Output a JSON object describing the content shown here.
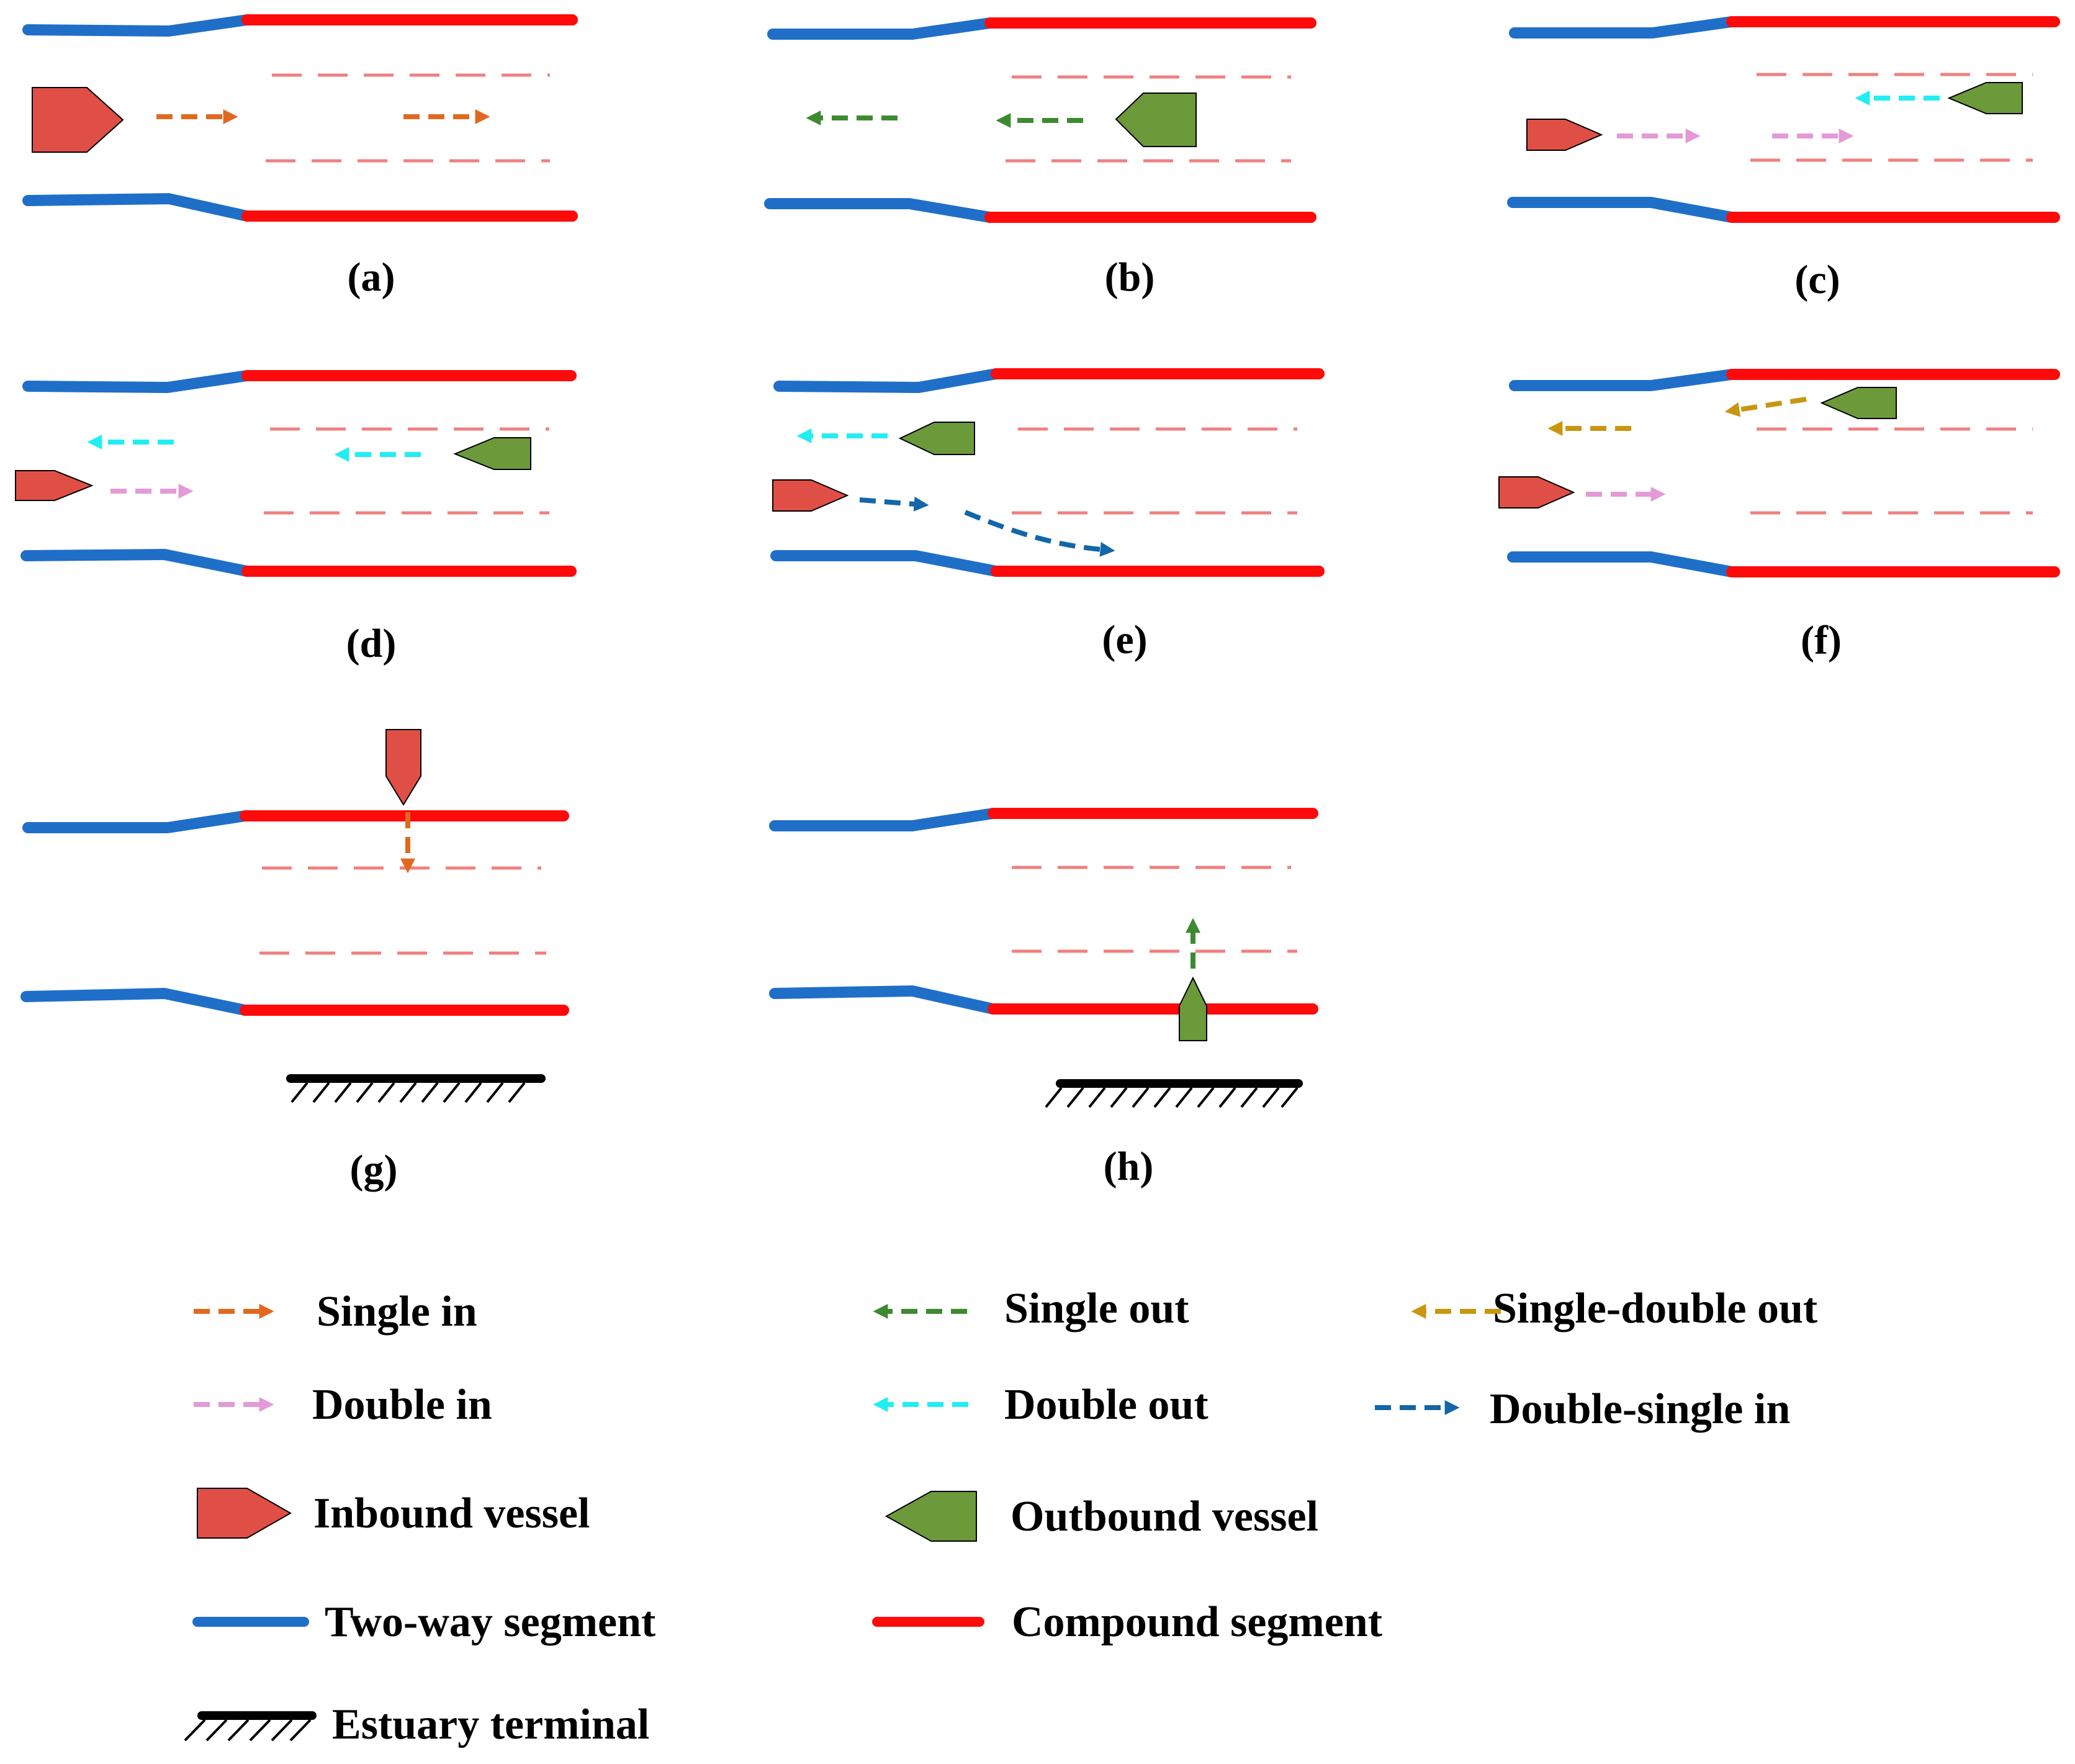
{
  "colors": {
    "two_way": "#1F6FC8",
    "compound": "#FF0A0A",
    "lane": "#F08080",
    "single_in": "#E0691E",
    "double_in": "#E39AD6",
    "single_out": "#3E8A30",
    "double_out": "#22EEF2",
    "single_double_out": "#C9960F",
    "double_single_in": "#1366A8",
    "inbound_fill": "#E04F45",
    "outbound_fill": "#6C9A3A",
    "terminal": "#000000"
  },
  "panels": [
    {
      "id": "a",
      "caption": "(a)",
      "scenario": "single in"
    },
    {
      "id": "b",
      "caption": "(b)",
      "scenario": "single out"
    },
    {
      "id": "c",
      "caption": "(c)",
      "scenario": "double in, double out"
    },
    {
      "id": "d",
      "caption": "(d)",
      "scenario": "double in, double out"
    },
    {
      "id": "e",
      "caption": "(e)",
      "scenario": "double-single in, double out"
    },
    {
      "id": "f",
      "caption": "(f)",
      "scenario": "double in, single-double out"
    },
    {
      "id": "g",
      "caption": "(g)",
      "scenario": "single in to estuary terminal"
    },
    {
      "id": "h",
      "caption": "(h)",
      "scenario": "single out from estuary terminal"
    }
  ],
  "legend": {
    "single_in": "Single in",
    "double_in": "Double in",
    "inbound_vessel": "Inbound vessel",
    "two_way_segment": "Two-way segment",
    "estuary_terminal": "Estuary terminal",
    "single_out": "Single out",
    "double_out": "Double out",
    "outbound_vessel": "Outbound vessel",
    "compound_segment": "Compound segment",
    "single_double_out": "Single-double out",
    "double_single_in": "Double-single in"
  }
}
